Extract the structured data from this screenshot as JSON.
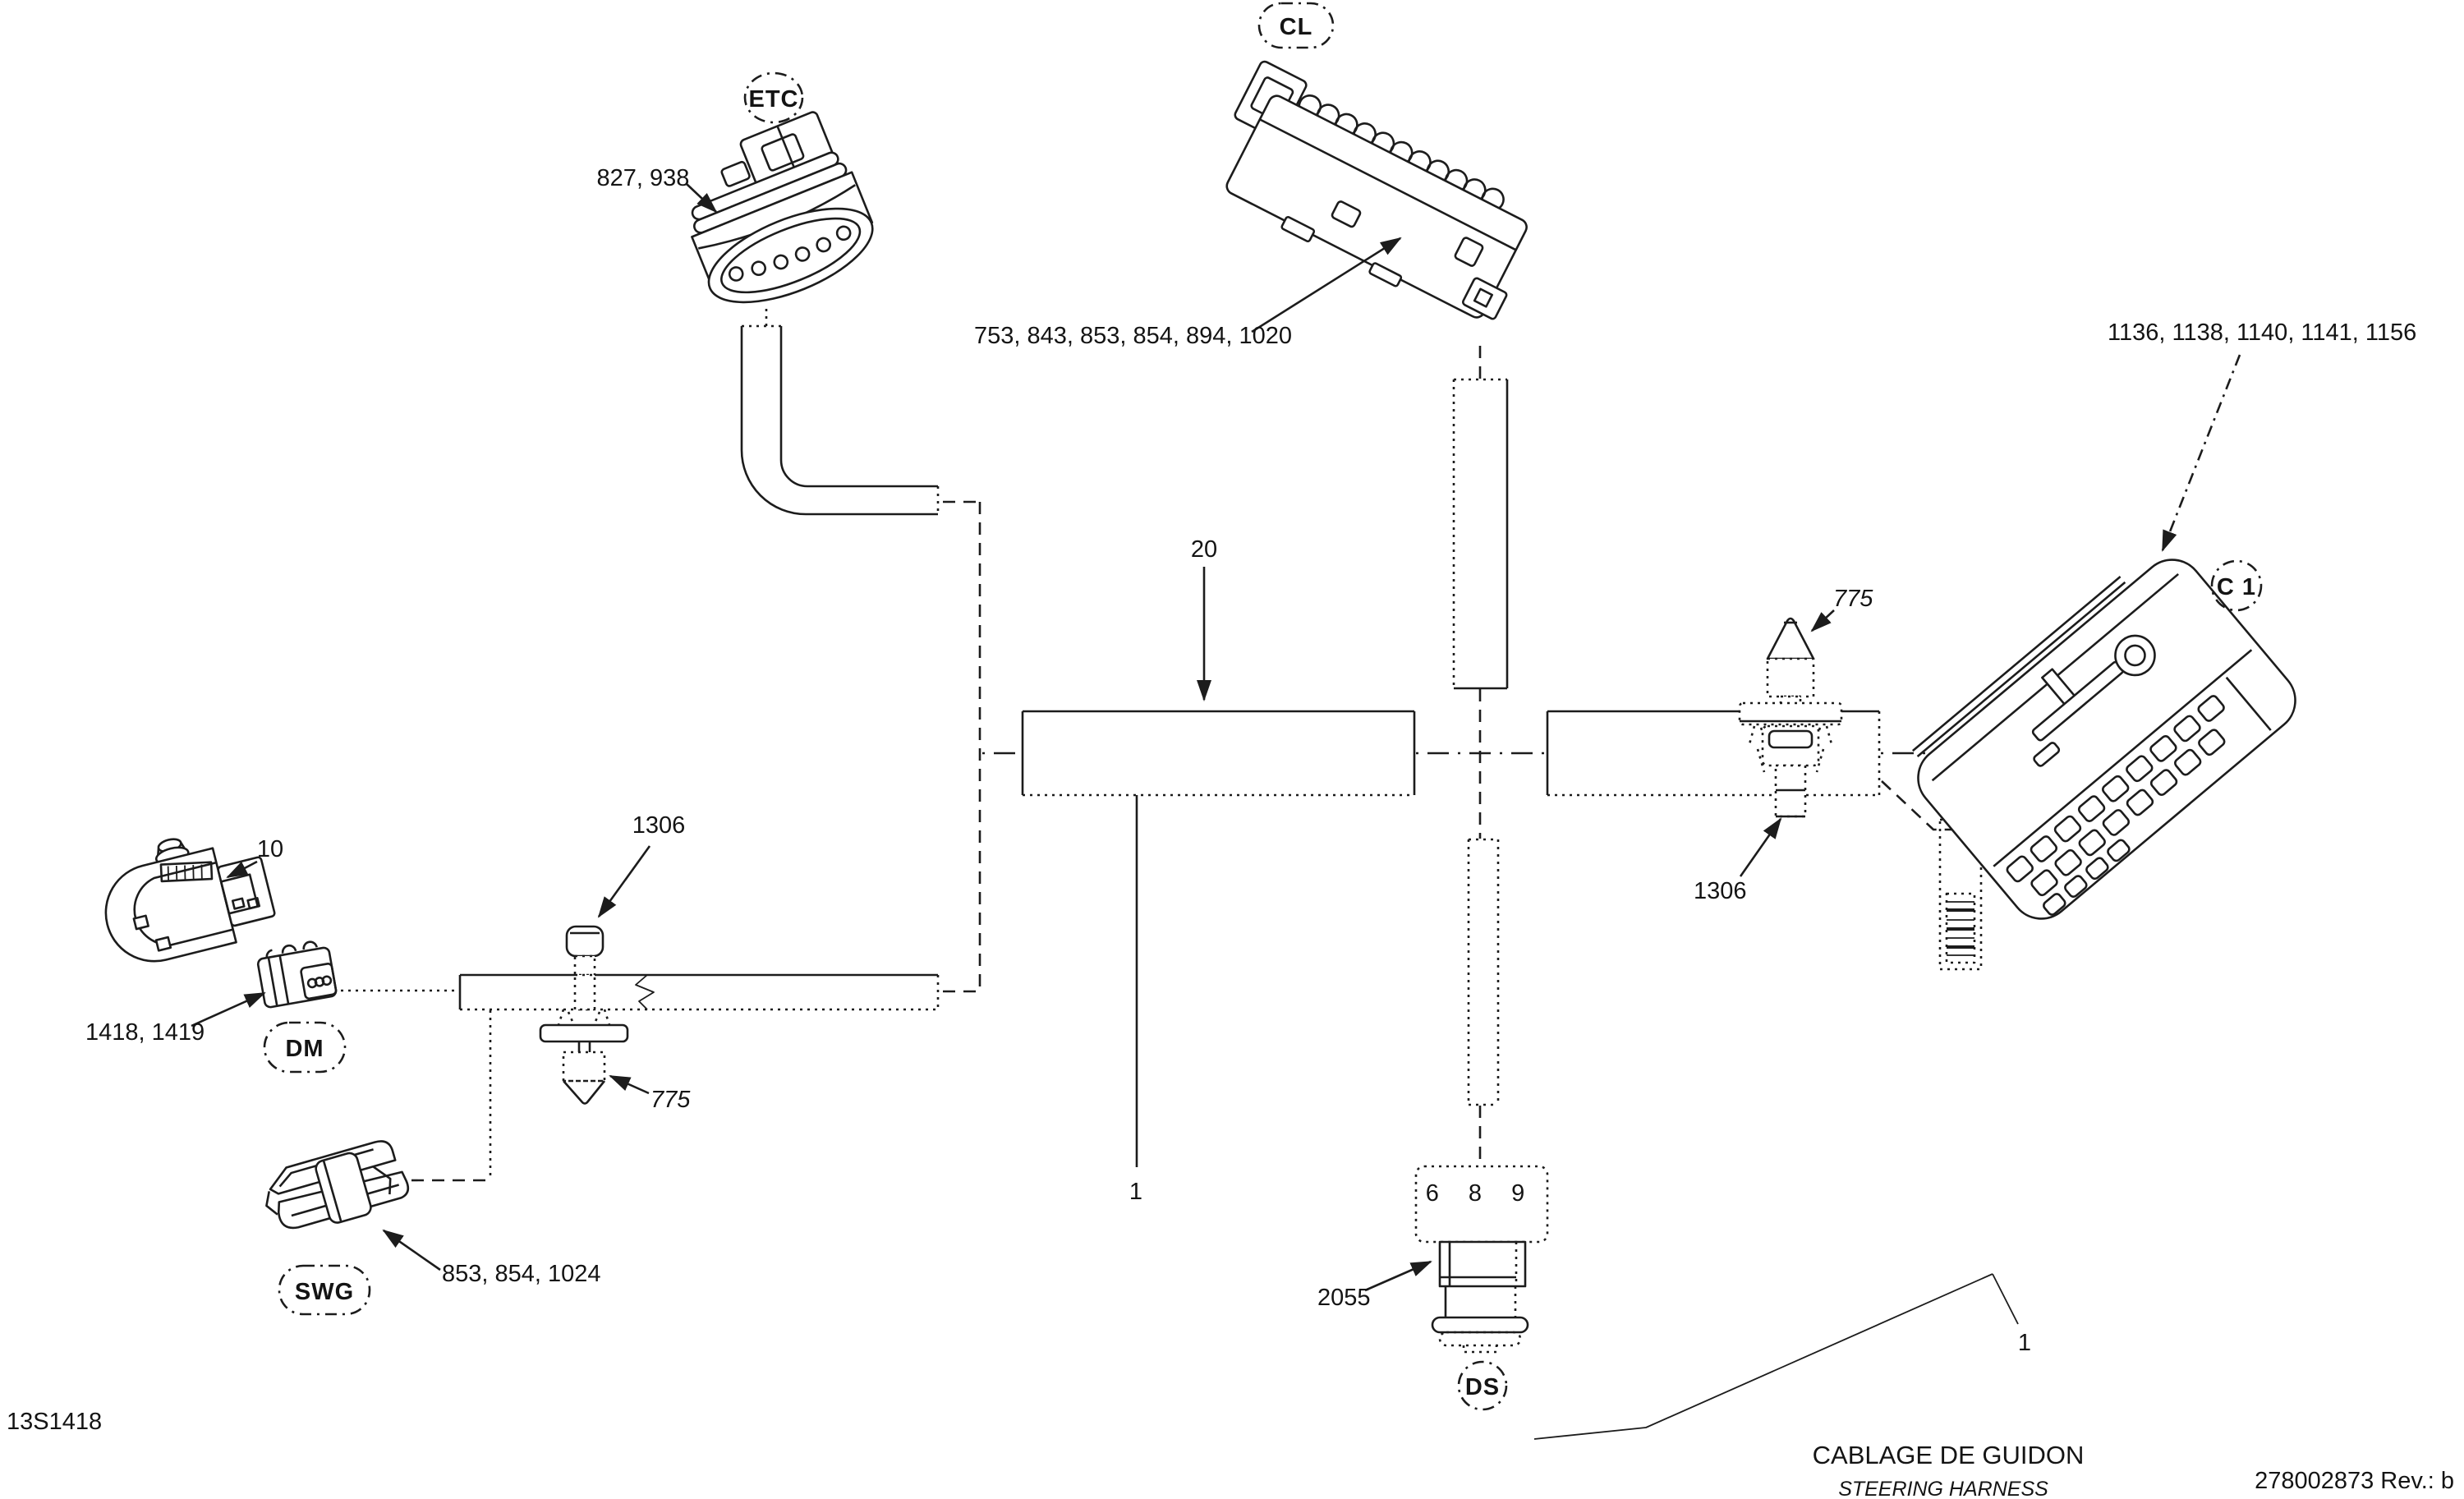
{
  "title_block": {
    "sheet_code": "13S1418",
    "title_fr": "CABLAGE DE GUIDON",
    "title_en": "STEERING HARNESS",
    "doc_number": "278002873 Rev.: b"
  },
  "balloons": {
    "etc": "ETC",
    "cl": "CL",
    "c1": "C 1",
    "dm": "DM",
    "swg": "SWG",
    "ds": "DS"
  },
  "part_labels": {
    "etc_connector": "827, 938",
    "cl_connector": "753, 843, 853, 854, 894, 1020",
    "c1_connector": "1136, 1138, 1140, 1141, 1156",
    "dm_switch": "10",
    "dm_connector": "1418, 1419",
    "swg_connector": "853, 854, 1024",
    "ds_connector": "2055",
    "ds_imprint": "6 8 9",
    "harness_segment": "20",
    "harness": "1",
    "tree_clip": "1306",
    "push_rivet": "775"
  },
  "colors": {
    "line": "#1c1c1c",
    "background": "#ffffff"
  }
}
